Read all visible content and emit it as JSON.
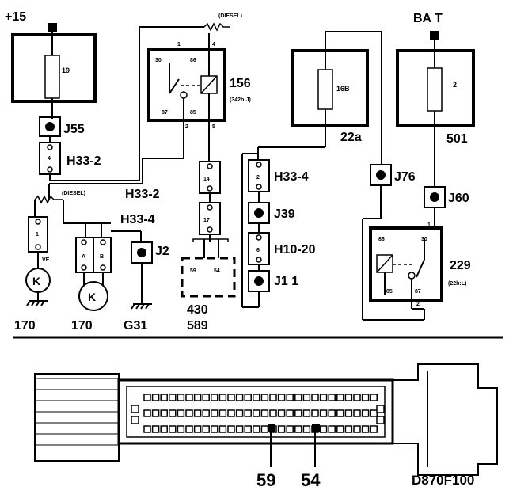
{
  "labels": {
    "supply_plus15": "+15",
    "supply_bat": "BA  T",
    "fuse_19": "19",
    "fuse_16b": "16B",
    "fuse_2": "2",
    "j55": "J55",
    "h33_2_top": "H33-2",
    "h33_2_mid": "H33-2",
    "h33_4_mid": "H33-4",
    "h33_4_right": "H33-4",
    "diesel_top": "(DIESEL)",
    "diesel_left": "(DIESEL)",
    "relay_156": "156",
    "relay_156_ref": "(342b:J)",
    "relay_229": "229",
    "relay_229_ref": "(22b:L)",
    "block_22a": "22a",
    "block_501": "501",
    "j76": "J76",
    "j60": "J60",
    "j39": "J39",
    "h10_20": "H10-20",
    "j1": "J1  1",
    "j2": "J2",
    "comp_170_a": "170",
    "comp_170_b": "170",
    "g31": "G31",
    "ecu_430": "430",
    "ecu_589": "589",
    "pin_59": "59",
    "pin_54": "54",
    "connector_pin_59": "59",
    "connector_pin_54": "54",
    "diagram_code": "D870F100",
    "motor_k1": "K",
    "motor_k2": "K",
    "pin_1_relay156": "1",
    "pin_4_relay156": "4",
    "pin_30_relay156": "30",
    "pin_86_relay156": "86",
    "pin_87_relay156": "87",
    "pin_85_relay156": "85",
    "pin_2_relay156": "2",
    "pin_5_relay156": "5",
    "conn_4": "4",
    "conn_14": "14",
    "conn_17": "17",
    "conn_2": "2",
    "conn_6": "6",
    "conn_1": "1",
    "conn_ve": "VE",
    "conn_a": "A",
    "conn_b": "B",
    "pin_86_229": "86",
    "pin_30_229": "30",
    "pin_85_229": "85",
    "pin_87_229": "87",
    "pin_1_229": "1",
    "pin_2_229": "2"
  }
}
